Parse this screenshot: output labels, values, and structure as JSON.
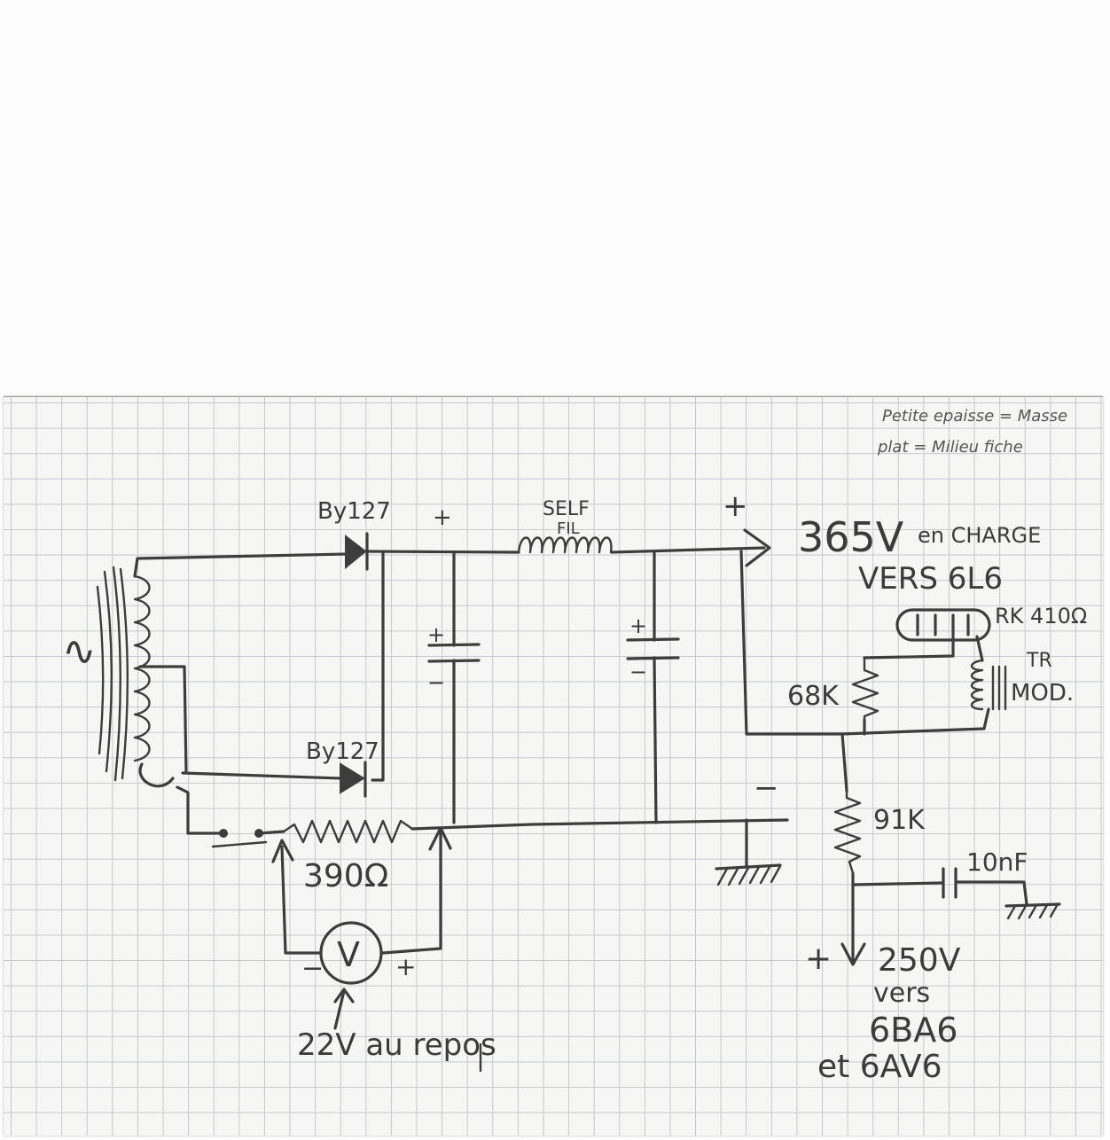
{
  "note": {
    "line1": "Petite epaisse = Masse",
    "line2": "plat = Milieu fiche"
  },
  "labels": {
    "ac_symbol": "∿",
    "diode_top": "By127",
    "diode_bottom": "By127",
    "choke": "SELF",
    "choke_sub": "FIL",
    "plus_c1": "+",
    "plus_c1_inner": "+",
    "minus_c1_inner": "−",
    "plus_c2_inner": "+",
    "minus_c2_inner": "−",
    "plus_out": "+",
    "minus_out": "−",
    "output_voltage": "365V",
    "output_load": "en CHARGE",
    "output_dest": "VERS 6L6",
    "tube": "RK 410Ω",
    "transformer": "TR",
    "transformer_sub": "MOD.",
    "resistor_68k": "68K",
    "resistor_91k": "91K",
    "cap_10nf": "10nF",
    "resistor_390": "390Ω",
    "meter": "V",
    "meter_minus": "−",
    "meter_plus": "+",
    "meter_reading": "22V au repos",
    "out2_plus": "+",
    "out2_voltage": "250V",
    "out2_dest1": "vers",
    "out2_dest2": "6BA6",
    "out2_dest3": "et 6AV6"
  },
  "colors": {
    "ink": "#3d3d3d",
    "grid": "#c4c9cf",
    "paper": "#f6f6f4"
  }
}
